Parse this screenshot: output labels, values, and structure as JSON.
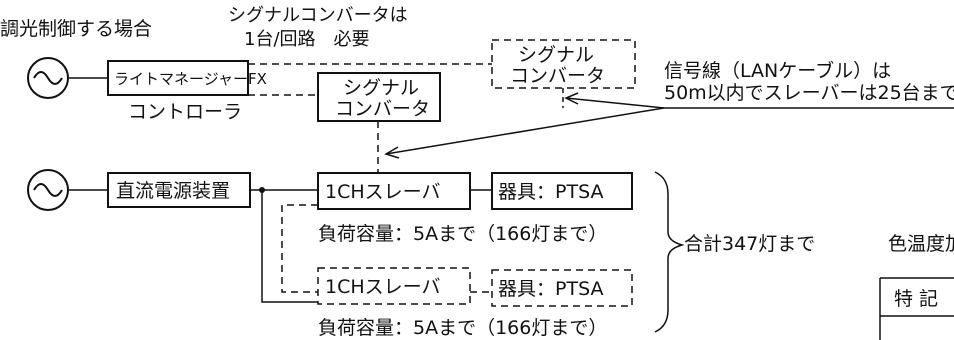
{
  "diagram": {
    "title": "調光制御する場合",
    "note_converter": [
      "シグナルコンバータは",
      "1台/回路　必要"
    ],
    "controller_box": "ライトマネージャーFX",
    "controller_caption": "コントローラ",
    "signal_converter_main": [
      "シグナル",
      "コンバータ"
    ],
    "signal_converter_dashed": [
      "シグナル",
      "コンバータ"
    ],
    "signal_note": [
      "信号線（LANケーブル）は",
      "50m以内でスレーバーは25台まで"
    ],
    "power_box": "直流電源装置",
    "slave_main": "1CHスレーバ",
    "slave_dashed": "1CHスレーバ",
    "fixture_main": "器具：PTSA",
    "fixture_dashed": "器具：PTSA",
    "load_main": "負荷容量：5Aまで（166灯まで）",
    "load_dashed": "負荷容量：5Aまで（166灯まで）",
    "total": "合計347灯まで",
    "color_temp_label": "色温度加",
    "table_header": "特 記"
  }
}
